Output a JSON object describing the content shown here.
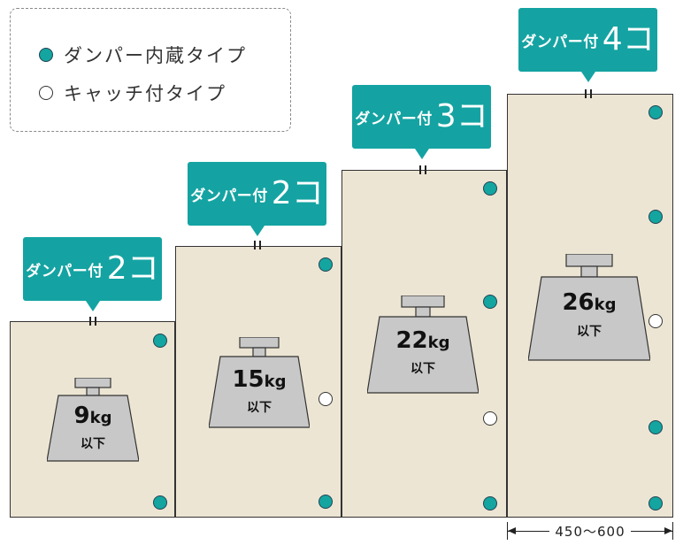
{
  "legend": {
    "damper_builtin": "ダンパー内蔵タイプ",
    "catch_type": "キャッチ付タイプ"
  },
  "panels": [
    {
      "badge_label": "ダンパー付",
      "badge_count": "2",
      "badge_unit": "コ",
      "weight_value": "9",
      "weight_unit": "kg",
      "weight_sub": "以下"
    },
    {
      "badge_label": "ダンパー付",
      "badge_count": "2",
      "badge_unit": "コ",
      "weight_value": "15",
      "weight_unit": "kg",
      "weight_sub": "以下"
    },
    {
      "badge_label": "ダンパー付",
      "badge_count": "3",
      "badge_unit": "コ",
      "weight_value": "22",
      "weight_unit": "kg",
      "weight_sub": "以下"
    },
    {
      "badge_label": "ダンパー付",
      "badge_count": "4",
      "badge_unit": "コ",
      "weight_value": "26",
      "weight_unit": "kg",
      "weight_sub": "以下"
    }
  ],
  "dimension": "450〜600",
  "colors": {
    "teal": "#14a3a2",
    "panel": "#ece5d3",
    "weight": "#c8c8c8"
  }
}
